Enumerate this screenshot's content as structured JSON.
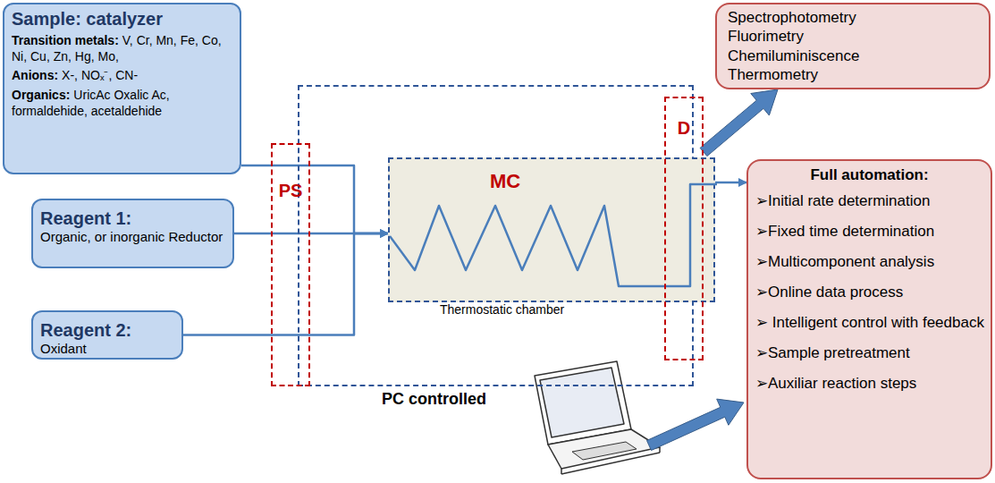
{
  "diagram": {
    "nodes": [
      {
        "text": [
          "Sample: catalyzer",
          "Transition metals:",
          "V, Cr, Mn, Fe, Co, Ni, Cu, Zn, Hg, Mo,",
          "Anions:",
          "X-, NOₓ⁻, CN-",
          "Organics:",
          "UricAc Oxalic Ac, formaldehide, acetaldehide"
        ]
      },
      {
        "text": [
          "Reagent 1:",
          "Organic, or inorganic Reductor"
        ]
      },
      {
        "text": [
          "Reagent 2:",
          "Oxidant"
        ]
      },
      {
        "text": [
          "PC controlled"
        ]
      },
      {
        "text": [
          "PS"
        ]
      },
      {
        "text": [
          "MC",
          "Thermostatic chamber"
        ]
      },
      {
        "text": [
          "D"
        ]
      },
      {
        "text": [
          "Spectrophotometry",
          "Fluorimetry",
          "Chemiluminiscence",
          "Thermometry"
        ]
      },
      {
        "text": [
          "Full automation:",
          "➢Initial rate determination",
          "➢Fixed time determination",
          "➢Multicomponent analysis",
          "➢Online data process",
          "➢ Intelligent control with feedback",
          "➢Sample pretreatment",
          "➢Auxiliar reaction steps"
        ]
      }
    ],
    "edges": [
      {
        "from": 0,
        "to": 5,
        "arrow": "to"
      },
      {
        "from": 1,
        "to": 5,
        "arrow": "to"
      },
      {
        "from": 2,
        "to": 5,
        "arrow": "to"
      },
      {
        "from": 5,
        "to": 8,
        "arrow": "to"
      },
      {
        "from": 6,
        "to": 7,
        "arrow": "to"
      }
    ]
  }
}
